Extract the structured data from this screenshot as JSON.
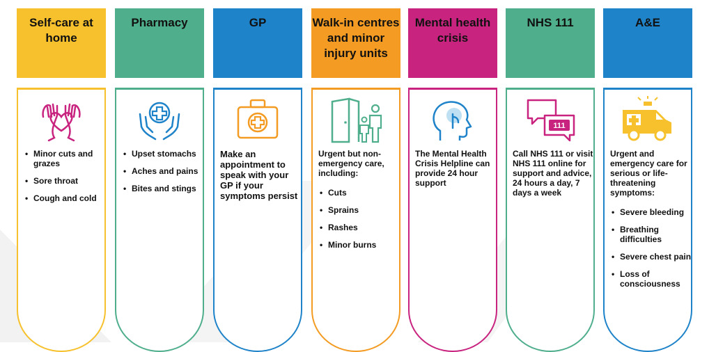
{
  "columns": [
    {
      "title": "Self-care at home",
      "color": "#f6c12d",
      "intro": "",
      "bullets": [
        "Minor cuts and grazes",
        "Sore throat",
        "Cough and cold"
      ]
    },
    {
      "title": "Pharmacy",
      "color": "#4fae8c",
      "intro": "",
      "bullets": [
        "Upset stomachs",
        "Aches and pains",
        "Bites and stings"
      ]
    },
    {
      "title": "GP",
      "color": "#1f83c9",
      "intro": "Make an appointment to speak with your GP if your symptoms persist",
      "bullets": []
    },
    {
      "title": "Walk-in centres and minor injury units",
      "color": "#f39b22",
      "intro": "Urgent but non-emergency care, including:",
      "bullets": [
        "Cuts",
        "Sprains",
        "Rashes",
        "Minor burns"
      ]
    },
    {
      "title": "Mental health crisis",
      "color": "#c8237f",
      "intro": "The Mental Health Crisis Helpline can provide 24 hour support",
      "bullets": []
    },
    {
      "title": "NHS 111",
      "color": "#4fae8c",
      "intro": "Call NHS 111 or visit NHS 111 online for support and advice, 24 hours a day, 7 days a week",
      "bullets": [],
      "icon_label": "111"
    },
    {
      "title": "A&E",
      "color": "#1f83c9",
      "intro": "Urgent and emergency care for serious or life-threatening symptoms:",
      "bullets": [
        "Severe bleeding",
        "Breathing difficulties",
        "Severe chest pain",
        "Loss of consciousness"
      ]
    }
  ],
  "icons": [
    "hands-heart-icon",
    "hands-cross-icon",
    "medical-kit-icon",
    "door-family-icon",
    "head-touch-icon",
    "chat-111-icon",
    "ambulance-icon"
  ]
}
